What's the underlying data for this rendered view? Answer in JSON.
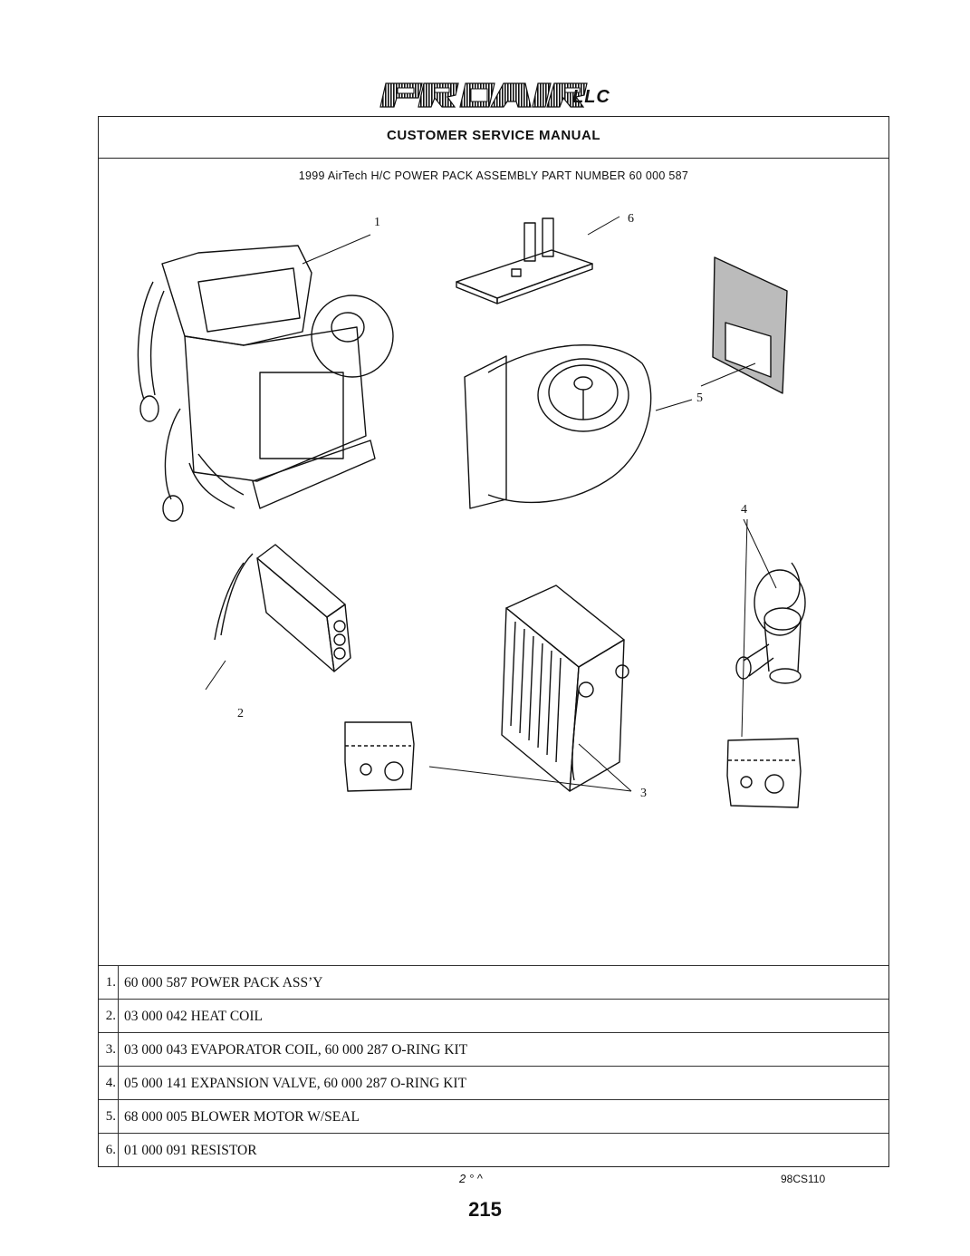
{
  "logo": {
    "text": "PROAIR",
    "suffix": "LLC"
  },
  "header": {
    "title": "CUSTOMER SERVICE MANUAL"
  },
  "assembly": {
    "caption": "1999 AirTech H/C POWER PACK ASSEMBLY PART NUMBER 60 000 587"
  },
  "callouts": [
    "1",
    "2",
    "3",
    "4",
    "5",
    "6"
  ],
  "parts": [
    {
      "num": "1.",
      "text": "60 000 587 POWER PACK ASS’Y"
    },
    {
      "num": "2.",
      "text": "03 000 042  HEAT COIL"
    },
    {
      "num": "3.",
      "text": "03 000 043  EVAPORATOR COIL,  60 000 287  O-RING KIT"
    },
    {
      "num": "4.",
      "text": "05 000 141  EXPANSION VALVE,  60 000 287  O-RING KIT"
    },
    {
      "num": "5.",
      "text": "68 000 005 BLOWER MOTOR W/SEAL"
    },
    {
      "num": "6.",
      "text": "01 000 091  RESISTOR"
    }
  ],
  "footer": {
    "mark": "2 ° ^",
    "doc_code": "98CS110",
    "page": "215"
  }
}
